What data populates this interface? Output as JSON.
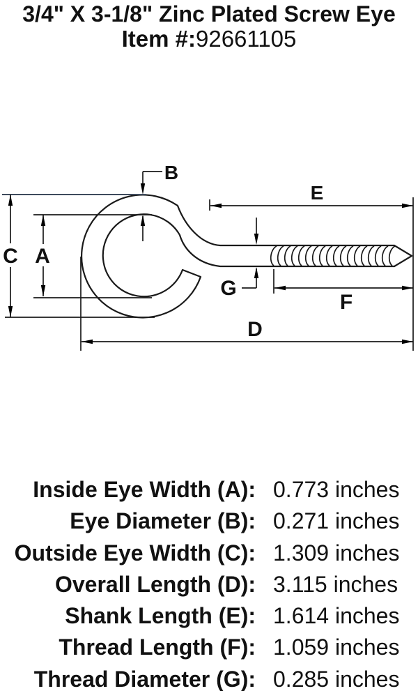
{
  "title": {
    "line1": "3/4\" X 3-1/8\" Zinc Plated Screw Eye",
    "item_prefix": "Item #:",
    "item_number": "92661105"
  },
  "diagram": {
    "labels": {
      "A": "A",
      "B": "B",
      "C": "C",
      "D": "D",
      "E": "E",
      "F": "F",
      "G": "G"
    }
  },
  "specs": {
    "rows": [
      {
        "label": "Inside Eye Width (A):",
        "value": "0.773 inches"
      },
      {
        "label": "Eye Diameter (B):",
        "value": "0.271 inches"
      },
      {
        "label": "Outside Eye Width (C):",
        "value": "1.309 inches"
      },
      {
        "label": "Overall Length (D):",
        "value": "3.115 inches"
      },
      {
        "label": "Shank Length (E):",
        "value": "1.614 inches"
      },
      {
        "label": "Thread Length (F):",
        "value": "1.059 inches"
      },
      {
        "label": "Thread Diameter (G):",
        "value": "0.285 inches"
      }
    ]
  },
  "colors": {
    "line": "#1a1a1a",
    "accent_line": "#3e4a5c"
  }
}
